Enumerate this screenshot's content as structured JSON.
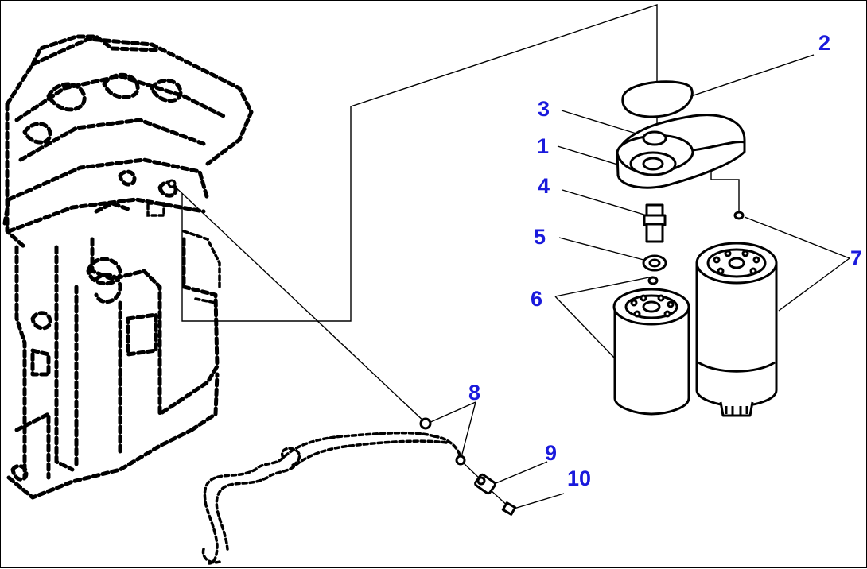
{
  "diagram": {
    "callout_color": "#1a1adc",
    "callouts": [
      {
        "id": "1",
        "label": "1"
      },
      {
        "id": "2",
        "label": "2"
      },
      {
        "id": "3",
        "label": "3"
      },
      {
        "id": "4",
        "label": "4"
      },
      {
        "id": "5",
        "label": "5"
      },
      {
        "id": "6",
        "label": "6"
      },
      {
        "id": "7",
        "label": "7"
      },
      {
        "id": "8",
        "label": "8"
      },
      {
        "id": "9",
        "label": "9"
      },
      {
        "id": "10",
        "label": "10"
      }
    ]
  }
}
